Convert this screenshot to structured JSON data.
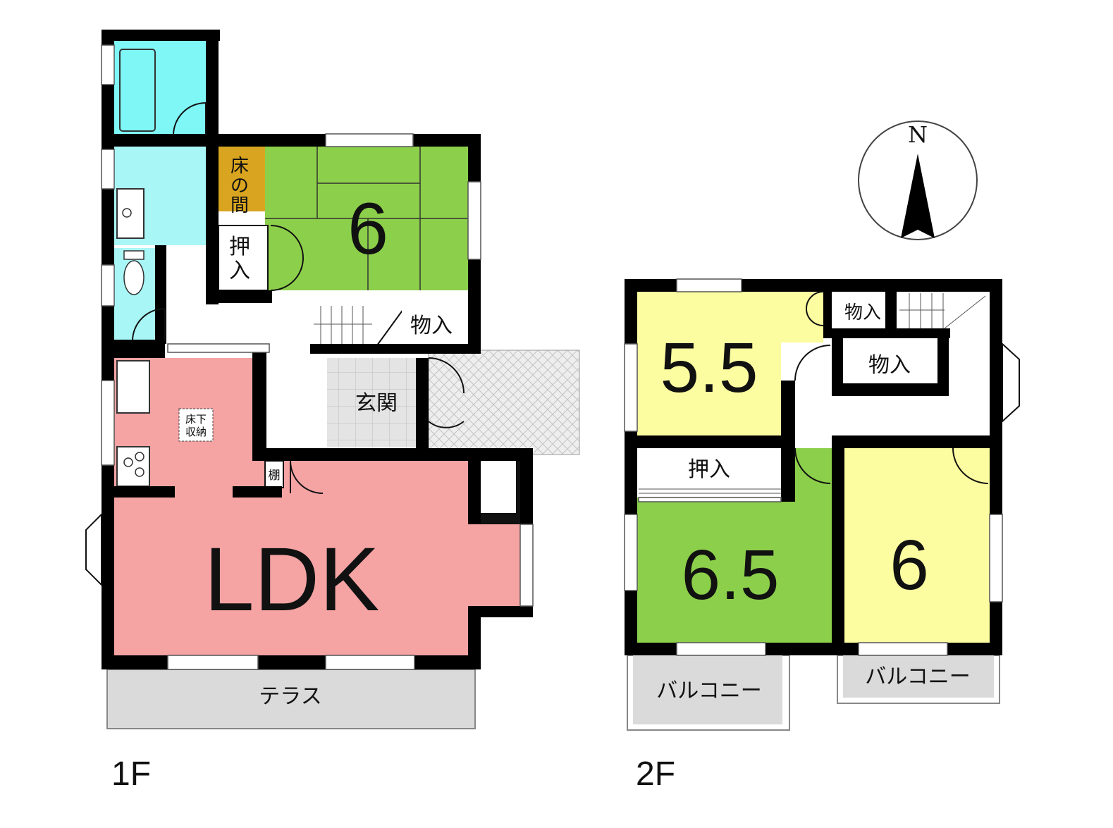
{
  "floor1": {
    "label": "1F",
    "rooms": {
      "tokonoma": "床の間",
      "washitsu": "6",
      "oshiire": "押入",
      "monoire": "物入",
      "genkan": "玄関",
      "yukashita": "床下収納",
      "tana": "棚",
      "ldk": "LDK",
      "terrace": "テラス"
    }
  },
  "floor2": {
    "label": "2F",
    "rooms": {
      "room_55": "5.5",
      "room_65": "6.5",
      "room_6": "6",
      "monoire_top": "物入",
      "monoire_mid": "物入",
      "oshiire": "押入",
      "balcony_left": "バルコニー",
      "balcony_right": "バルコニー"
    }
  },
  "compass": {
    "label": "N"
  },
  "colors": {
    "wall": "#000000",
    "ldk": "#f5a3a3",
    "washitsu": "#8ccf4a",
    "room_yellow": "#fcfca0",
    "room_green": "#8ccf4a",
    "bath": "#7ff7f7",
    "wash": "#a9f6f6",
    "tokonoma": "#d9a520",
    "hall": "#ffffff",
    "genkan": "#e2e2e2",
    "terrace": "#dadada"
  }
}
